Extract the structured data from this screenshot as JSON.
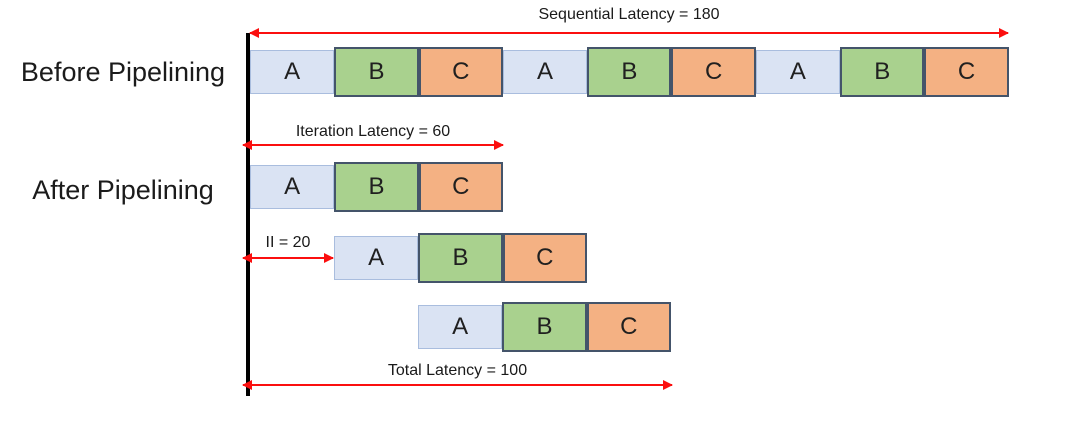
{
  "labels": {
    "before": "Before Pipelining",
    "after": "After Pipelining"
  },
  "annotations": {
    "sequential": "Sequential Latency = 180",
    "iteration": "Iteration Latency = 60",
    "ii": "II = 20",
    "total": "Total Latency = 100"
  },
  "rows": {
    "before": {
      "blocks": [
        "A",
        "B",
        "C",
        "A",
        "B",
        "C",
        "A",
        "B",
        "C"
      ]
    },
    "after": {
      "iterations": [
        [
          "A",
          "B",
          "C"
        ],
        [
          "A",
          "B",
          "C"
        ],
        [
          "A",
          "B",
          "C"
        ]
      ]
    }
  },
  "values": {
    "sequential_latency": 180,
    "iteration_latency": 60,
    "initiation_interval": 20,
    "total_latency": 100
  },
  "colors": {
    "stage_a_fill": "#dae3f3",
    "stage_a_border": "#a9bdde",
    "stage_b_fill": "#a9d18e",
    "stage_c_fill": "#f4b183",
    "stage_bc_border": "#44546a",
    "arrow": "#fb0f0f",
    "axis": "#000000",
    "text": "#1a1a1a"
  }
}
